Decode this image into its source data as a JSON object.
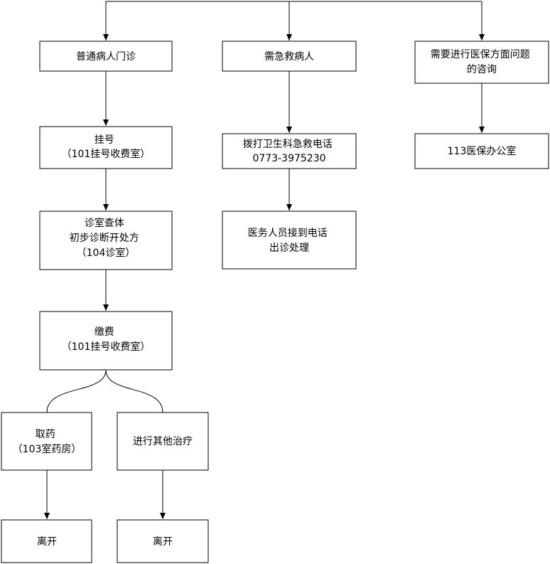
{
  "diagram": {
    "nodes": [
      {
        "id": "outpatient",
        "lines": [
          "普通病人门诊"
        ]
      },
      {
        "id": "register",
        "lines": [
          "挂号",
          "（101挂号收费室）"
        ]
      },
      {
        "id": "exam",
        "lines": [
          "诊室查体",
          "初步诊断开处方",
          "（104诊室）"
        ]
      },
      {
        "id": "payment",
        "lines": [
          "缴费",
          "（101挂号收费室）"
        ]
      },
      {
        "id": "pharmacy",
        "lines": [
          "取药",
          "（103室药房）"
        ]
      },
      {
        "id": "other-treat",
        "lines": [
          "进行其他治疗"
        ]
      },
      {
        "id": "leave-1",
        "lines": [
          "离开"
        ]
      },
      {
        "id": "leave-2",
        "lines": [
          "离开"
        ]
      },
      {
        "id": "emergency",
        "lines": [
          "需急救病人"
        ]
      },
      {
        "id": "call",
        "lines": [
          "拨打卫生科急救电话",
          "0773-3975230"
        ]
      },
      {
        "id": "response",
        "lines": [
          "医务人员接到电话",
          "出诊处理"
        ]
      },
      {
        "id": "insurance-q",
        "lines": [
          "需要进行医保方面问题",
          "的咨询"
        ]
      },
      {
        "id": "insurance-off",
        "lines": [
          "113医保办公室"
        ]
      }
    ],
    "edges": [
      {
        "from": "outpatient",
        "to": "register"
      },
      {
        "from": "register",
        "to": "exam"
      },
      {
        "from": "exam",
        "to": "payment"
      },
      {
        "from": "payment",
        "to": "pharmacy"
      },
      {
        "from": "payment",
        "to": "other-treat"
      },
      {
        "from": "pharmacy",
        "to": "leave-1"
      },
      {
        "from": "other-treat",
        "to": "leave-2"
      },
      {
        "from": "emergency",
        "to": "call"
      },
      {
        "from": "call",
        "to": "response"
      },
      {
        "from": "insurance-q",
        "to": "insurance-off"
      }
    ]
  }
}
